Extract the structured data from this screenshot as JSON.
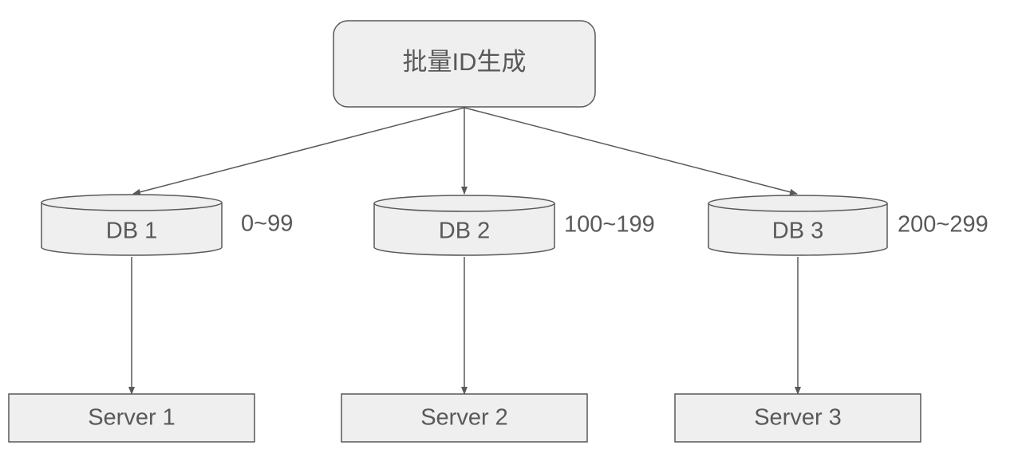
{
  "source": {
    "label": "批量ID生成"
  },
  "databases": [
    {
      "label": "DB 1",
      "range": "0~99"
    },
    {
      "label": "DB 2",
      "range": "100~199"
    },
    {
      "label": "DB 3",
      "range": "200~299"
    }
  ],
  "servers": [
    {
      "label": "Server 1"
    },
    {
      "label": "Server 2"
    },
    {
      "label": "Server 3"
    }
  ],
  "colors": {
    "fill": "#efefef",
    "stroke": "#595959",
    "text": "#595959",
    "background": "#ffffff"
  }
}
